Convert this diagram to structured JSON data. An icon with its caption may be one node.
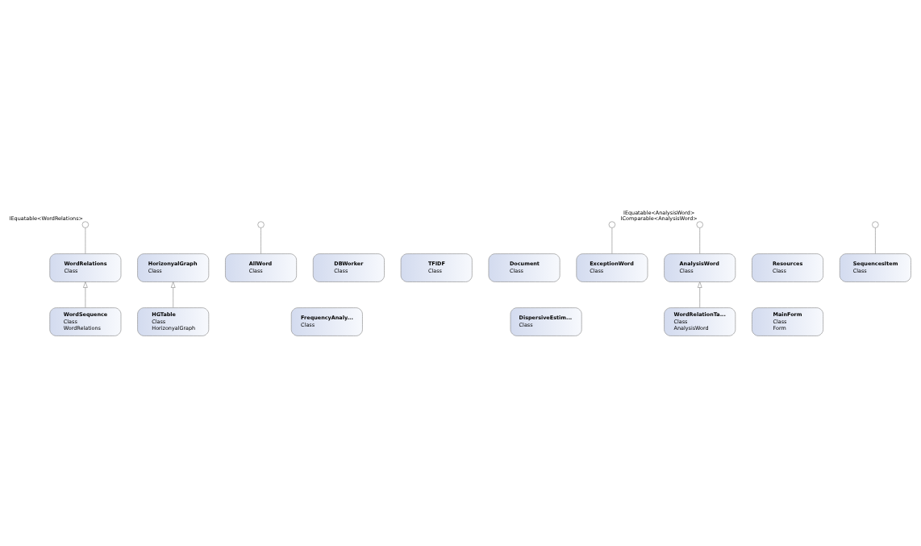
{
  "diagram": {
    "nodes": [
      {
        "text": [],
        "shape": "circle",
        "beside": [
          "IEquatable<WordRelations>"
        ]
      },
      {
        "text": [
          "WordRelations",
          "Class"
        ]
      },
      {
        "text": [
          "HorizonyalGraph",
          "Class"
        ]
      },
      {
        "text": [],
        "shape": "circle"
      },
      {
        "text": [
          "AllWord",
          "Class"
        ]
      },
      {
        "text": [
          "DBWorker",
          "Class"
        ]
      },
      {
        "text": [
          "FrequencyAnaly...",
          "Class"
        ]
      },
      {
        "text": [
          "DispersiveEstim...",
          "Class"
        ]
      },
      {
        "text": [
          "WordSequence",
          "Class",
          "WordRelations"
        ]
      },
      {
        "text": [
          "HGTable",
          "Class",
          "HorizonyalGraph"
        ]
      },
      {
        "text": [
          "TFIDF",
          "Class"
        ]
      },
      {
        "text": [
          "Document",
          "Class"
        ]
      },
      {
        "text": [],
        "shape": "circle"
      },
      {
        "text": [],
        "shape": "circle",
        "beside": [
          "IEquatable<AnalysisWord>",
          "IComparable<AnalysisWord>"
        ]
      },
      {
        "text": [
          "AnalysisWord",
          "Class"
        ]
      },
      {
        "text": [
          "Resources",
          "Class"
        ]
      },
      {
        "text": [
          "ExceptionWord",
          "Class"
        ]
      },
      {
        "text": [],
        "shape": "circle"
      },
      {
        "text": [
          "WordRelationTa...",
          "Class",
          "AnalysisWord"
        ]
      },
      {
        "text": [
          "SequencesItem",
          "Class"
        ]
      },
      {
        "text": [
          "MainForm",
          "Class",
          "Form"
        ]
      }
    ],
    "edges": [
      {
        "from": 0,
        "to": 1,
        "arrow": "none"
      },
      {
        "from": 8,
        "to": 1,
        "arrow": "to"
      },
      {
        "from": 9,
        "to": 2,
        "arrow": "to"
      },
      {
        "from": 3,
        "to": 4,
        "arrow": "none"
      },
      {
        "from": 12,
        "to": 16,
        "arrow": "none"
      },
      {
        "from": 13,
        "to": 14,
        "arrow": "none"
      },
      {
        "from": 18,
        "to": 14,
        "arrow": "to"
      },
      {
        "from": 17,
        "to": 19,
        "arrow": "none"
      }
    ]
  }
}
